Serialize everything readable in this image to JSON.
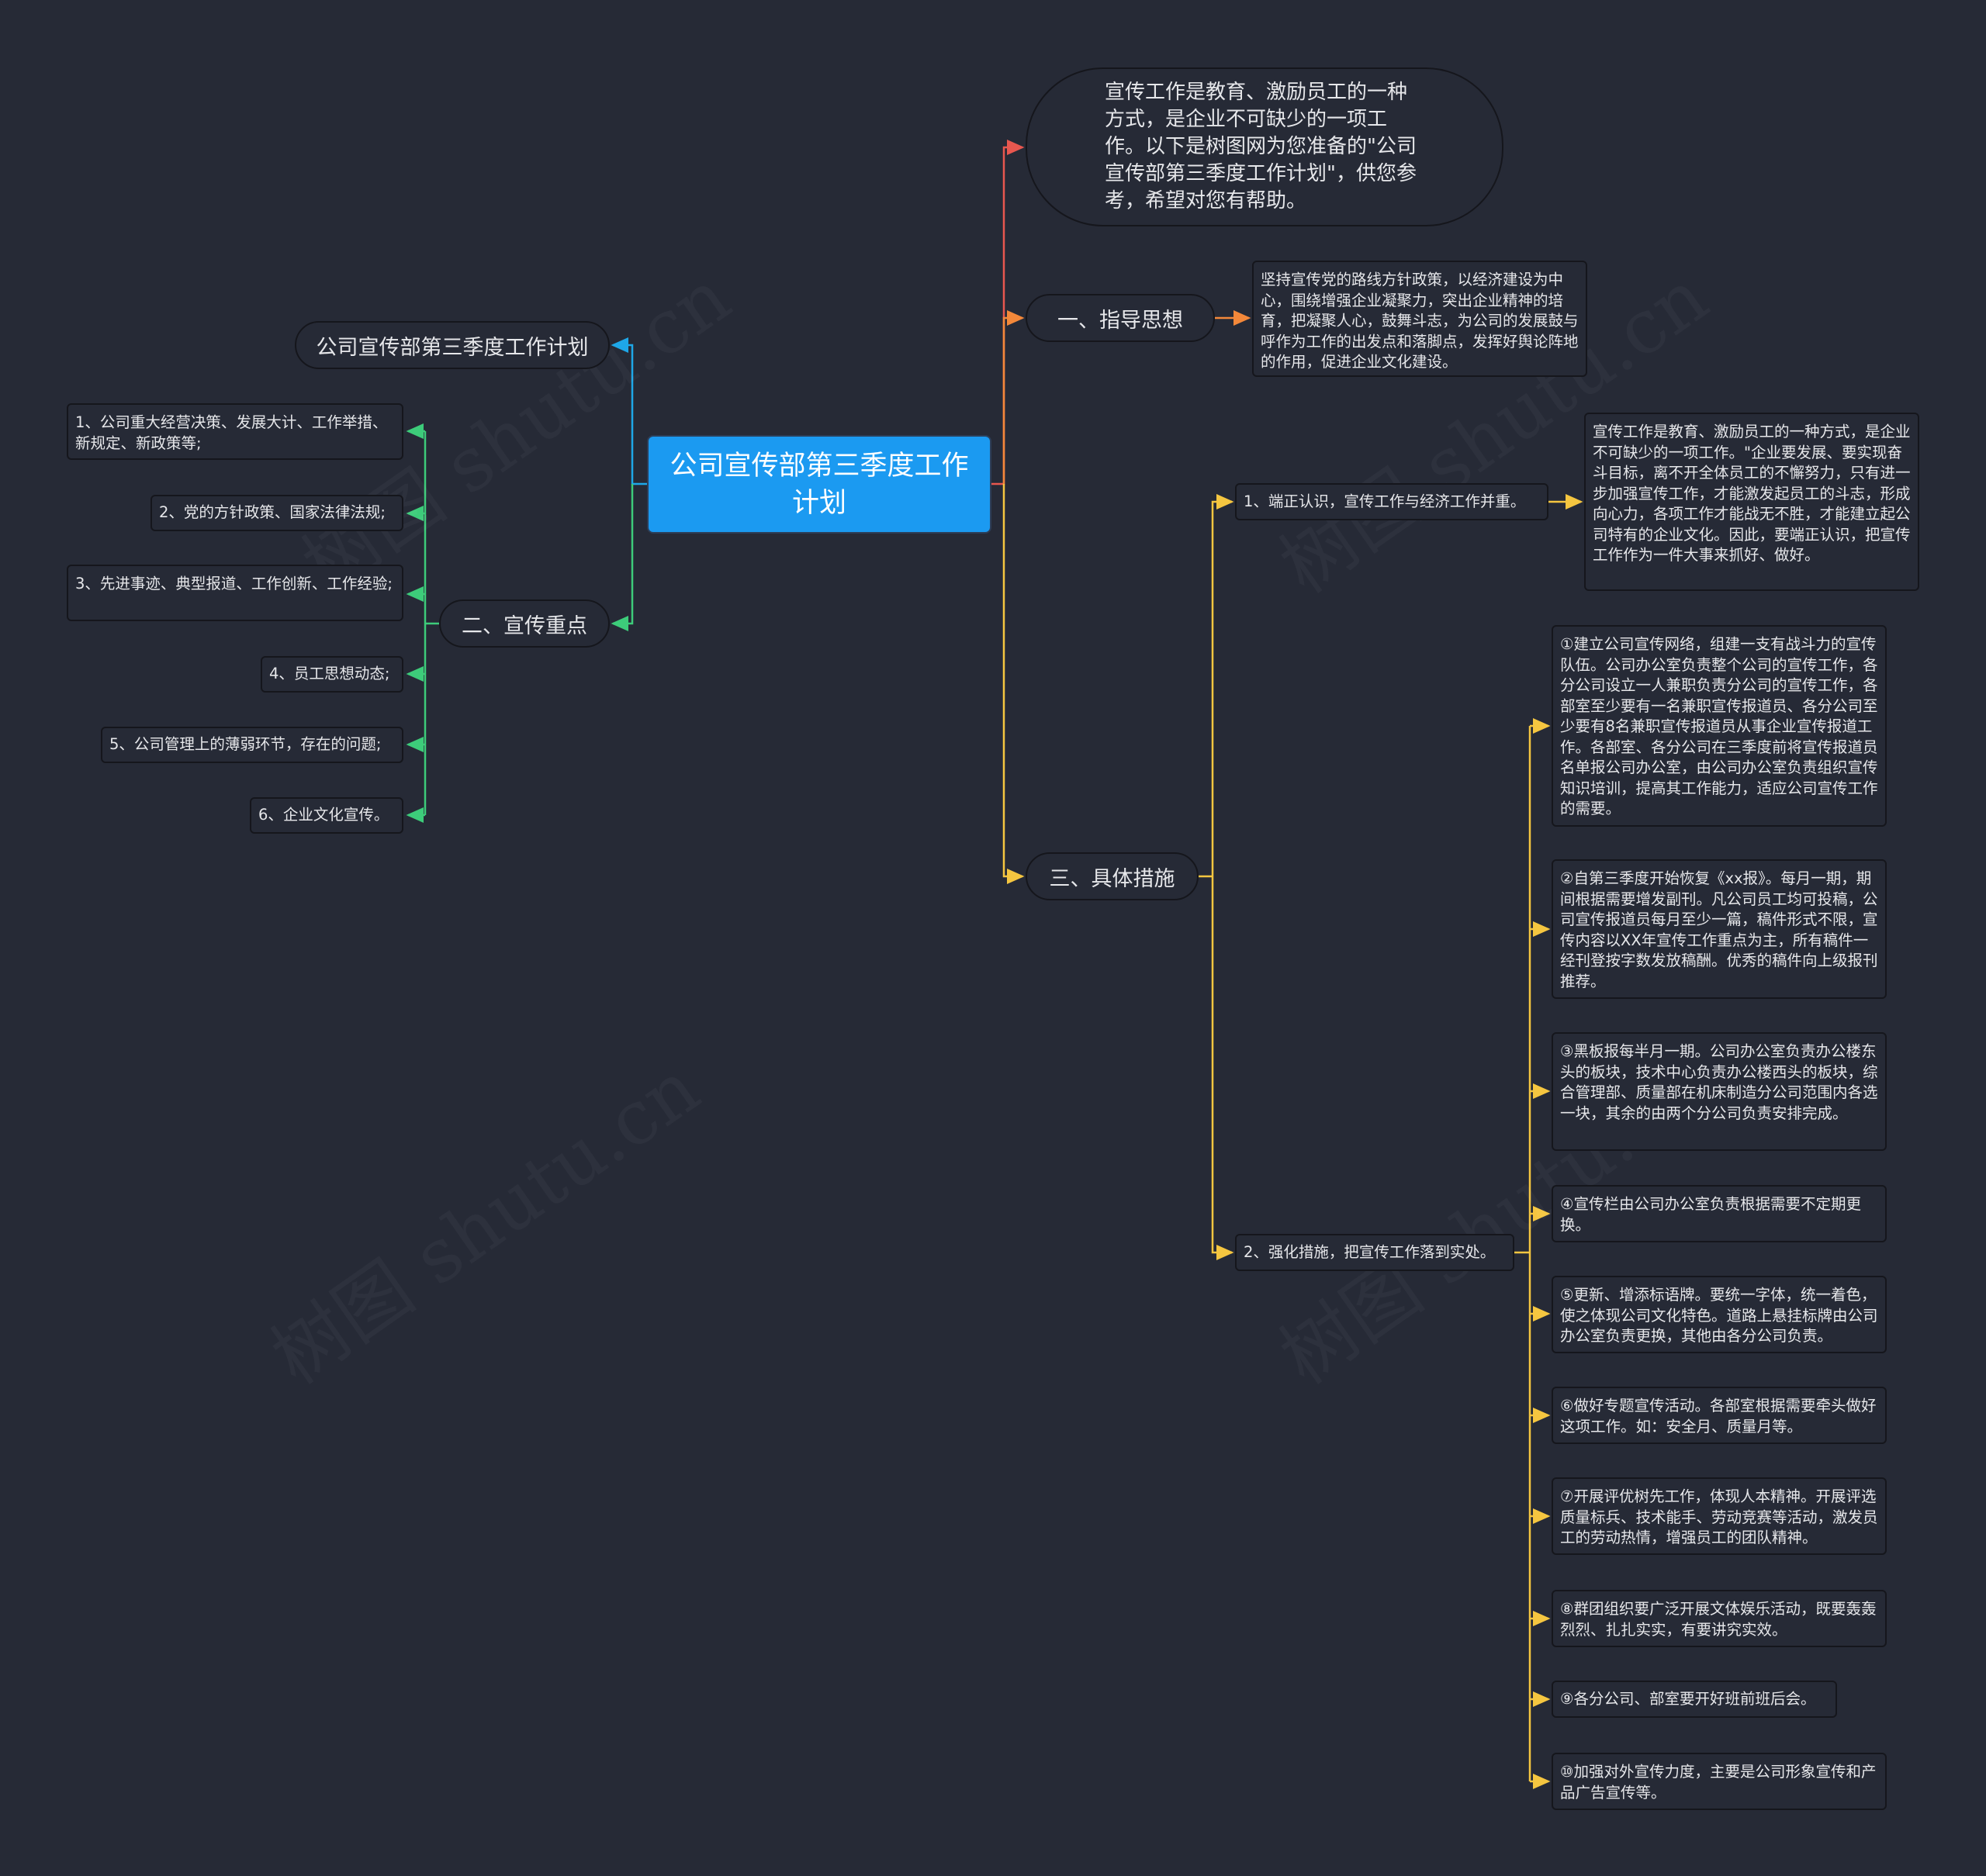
{
  "root": {
    "title": "公司宣传部第三季度工作计划"
  },
  "intro": {
    "text": "宣传工作是教育、激励员工的一种方式，是企业不可缺少的一项工作。以下是树图网为您准备的\"公司宣传部第三季度工作计划\"，供您参考，希望对您有帮助。"
  },
  "left_title": {
    "text": "公司宣传部第三季度工作计划"
  },
  "branch1": {
    "label": "一、指导思想",
    "detail": "坚持宣传党的路线方针政策，以经济建设为中心，围绕增强企业凝聚力，突出企业精神的培育，把凝聚人心，鼓舞斗志，为公司的发展鼓与呼作为工作的出发点和落脚点，发挥好舆论阵地的作用，促进企业文化建设。"
  },
  "branch2": {
    "label": "二、宣传重点",
    "items": [
      "1、公司重大经营决策、发展大计、工作举措、新规定、新政策等;",
      "2、党的方针政策、国家法律法规;",
      "3、先进事迹、典型报道、工作创新、工作经验;",
      "4、员工思想动态;",
      "5、公司管理上的薄弱环节，存在的问题;",
      "6、企业文化宣传。"
    ]
  },
  "branch3": {
    "label": "三、具体措施",
    "sub1": {
      "label": "1、端正认识，宣传工作与经济工作并重。",
      "detail": "宣传工作是教育、激励员工的一种方式，是企业不可缺少的一项工作。\"企业要发展、要实现奋斗目标，离不开全体员工的不懈努力，只有进一步加强宣传工作，才能激发起员工的斗志，形成向心力，各项工作才能战无不胜，才能建立起公司特有的企业文化。因此，要端正认识，把宣传工作作为一件大事来抓好、做好。"
    },
    "sub2": {
      "label": "2、强化措施，把宣传工作落到实处。",
      "items": [
        "①建立公司宣传网络，组建一支有战斗力的宣传队伍。公司办公室负责整个公司的宣传工作，各分公司设立一人兼职负责分公司的宣传工作，各部室至少要有一名兼职宣传报道员、各分公司至少要有8名兼职宣传报道员从事企业宣传报道工作。各部室、各分公司在三季度前将宣传报道员名单报公司办公室，由公司办公室负责组织宣传知识培训，提高其工作能力，适应公司宣传工作的需要。",
        "②自第三季度开始恢复《xx报》。每月一期，期间根据需要增发副刊。凡公司员工均可投稿，公司宣传报道员每月至少一篇，稿件形式不限，宣传内容以XX年宣传工作重点为主，所有稿件一经刊登按字数发放稿酬。优秀的稿件向上级报刊推荐。",
        "③黑板报每半月一期。公司办公室负责办公楼东头的板块，技术中心负责办公楼西头的板块，综合管理部、质量部在机床制造分公司范围内各选一块，其余的由两个分公司负责安排完成。",
        "④宣传栏由公司办公室负责根据需要不定期更换。",
        "⑤更新、增添标语牌。要统一字体，统一着色，使之体现公司文化特色。道路上悬挂标牌由公司办公室负责更换，其他由各分公司负责。",
        "⑥做好专题宣传活动。各部室根据需要牵头做好这项工作。如：安全月、质量月等。",
        "⑦开展评优树先工作，体现人本精神。开展评选质量标兵、技术能手、劳动竞赛等活动，激发员工的劳动热情，增强员工的团队精神。",
        "⑧群团组织要广泛开展文体娱乐活动，既要轰轰烈烈、扎扎实实，有要讲究实效。",
        "⑨各分公司、部室要开好班前班后会。",
        "⑩加强对外宣传力度，主要是公司形象宣传和产品广告宣传等。"
      ]
    }
  },
  "watermark": {
    "text": "树图 shutu.cn"
  },
  "colors": {
    "background": "#262a36",
    "root": "#1b9af1",
    "wire_red": "#e8574f",
    "wire_orange": "#f3883a",
    "wire_yellow": "#f5c640",
    "wire_blue": "#1ea7e8",
    "wire_green": "#3dcc7a"
  }
}
